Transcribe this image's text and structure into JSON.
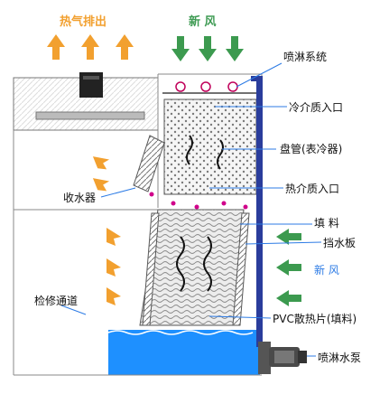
{
  "labels": {
    "hot_air_out": "热气排出",
    "fresh_air_top": "新 风",
    "spray_system": "喷淋系统",
    "refrigerant_in": "冷介质入口",
    "coil": "盘管(表冷器)",
    "heat_medium_in": "热介质入口",
    "water_collector": "收水器",
    "fill": "填 料",
    "water_baffle": "挡水板",
    "fresh_air_side": "新 风",
    "access_passage": "检修通道",
    "pvc_fill": "PVC散热片(填料)",
    "spray_pump": "喷淋水泵"
  },
  "colors": {
    "hot_arrow": "#f2a02f",
    "fresh_arrow": "#3c9a4f",
    "water": "#1e90ff",
    "pipe": "#2a3d9c",
    "outline": "#666666",
    "leader_line": "#2c7be5"
  },
  "icons": [
    "fan-motor-icon",
    "spray-nozzle-icon",
    "pump-icon"
  ]
}
